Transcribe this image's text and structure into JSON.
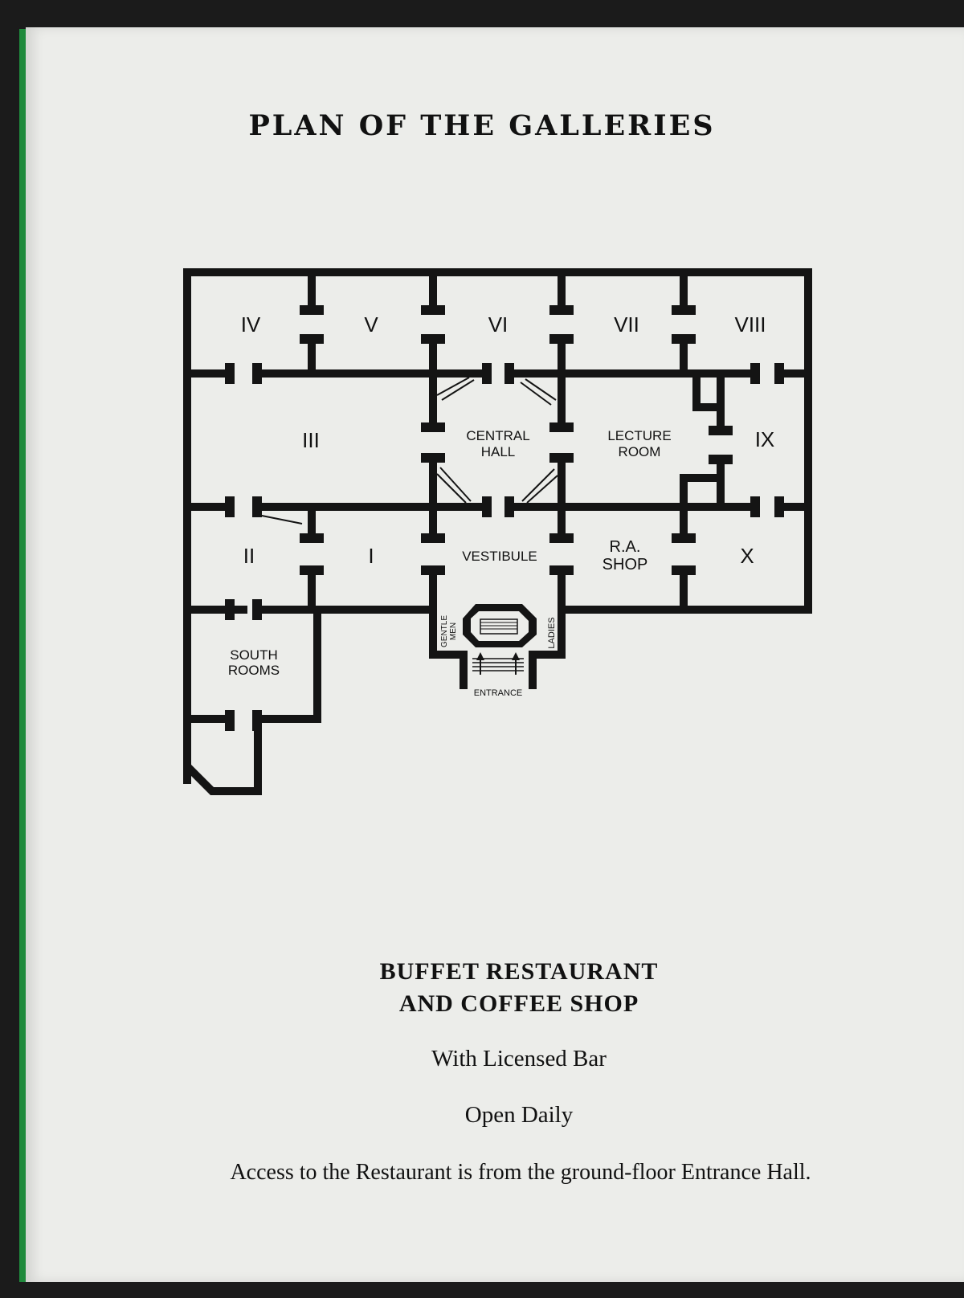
{
  "title": "PLAN OF THE GALLERIES",
  "rooms": {
    "iv": "IV",
    "v": "V",
    "vi": "VI",
    "vii": "VII",
    "viii": "VIII",
    "iii": "III",
    "ix": "IX",
    "ii": "II",
    "i": "I",
    "x": "X",
    "central_hall_1": "CENTRAL",
    "central_hall_2": "HALL",
    "lecture_room_1": "LECTURE",
    "lecture_room_2": "ROOM",
    "vestibule": "VESTIBULE",
    "ra_shop_1": "R.A.",
    "ra_shop_2": "SHOP",
    "south_rooms_1": "SOUTH",
    "south_rooms_2": "ROOMS",
    "gentlemen_1": "GENTLE",
    "gentlemen_2": "MEN",
    "ladies": "LADIES",
    "entrance": "ENTRANCE"
  },
  "restaurant": {
    "line1": "BUFFET RESTAURANT",
    "line2": "AND COFFEE SHOP",
    "bar": "With Licensed Bar",
    "open": "Open Daily",
    "access": "Access to the Restaurant is from the ground-floor Entrance Hall."
  },
  "colors": {
    "ink": "#141414",
    "paper": "#ecedea",
    "spine": "#1f8a3c",
    "background": "#1b1b1b"
  }
}
